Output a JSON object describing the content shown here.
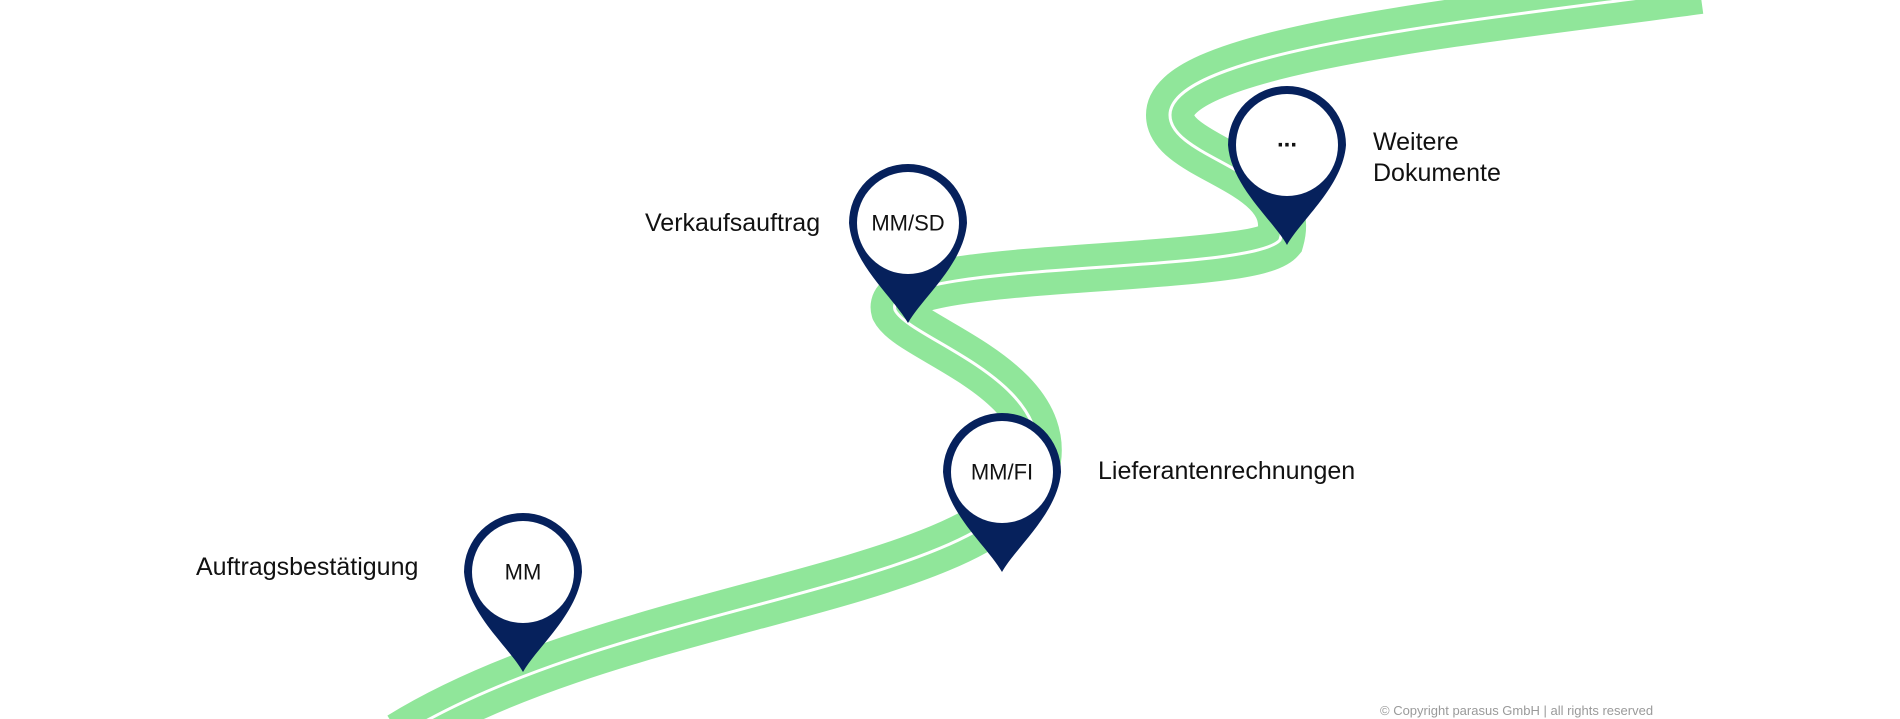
{
  "diagram": {
    "colors": {
      "road": "#90e69a",
      "road_center_line": "#ffffff",
      "pin": "#06215c",
      "pin_inner": "#ffffff",
      "label_text": "#111111",
      "copyright_text": "#9a9a9a"
    },
    "stops": [
      {
        "badge": "MM",
        "label_lines": [
          "Auftragsbestätigung"
        ]
      },
      {
        "badge": "MM/FI",
        "label_lines": [
          "Lieferantenrechnungen"
        ]
      },
      {
        "badge": "MM/SD",
        "label_lines": [
          "Verkaufsauftrag"
        ]
      },
      {
        "badge": "...",
        "label_lines": [
          "Weitere",
          "Dokumente"
        ]
      }
    ],
    "copyright": "© Copyright parasus GmbH | all rights reserved"
  }
}
